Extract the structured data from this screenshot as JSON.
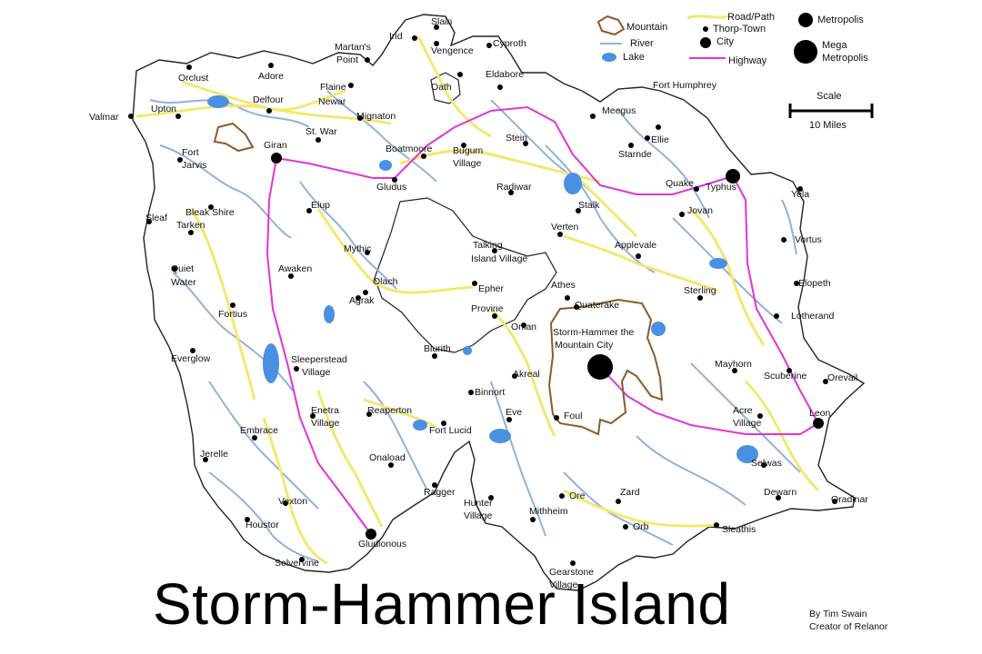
{
  "map": {
    "title": "Storm-Hammer Island",
    "credit_line1": "By Tim Swain",
    "credit_line2": "Creator of Relanor",
    "scale_label": "Scale",
    "scale_distance": "10 Miles",
    "legend": {
      "mountain": "Mountain",
      "river": "River",
      "lake": "Lake",
      "road": "Road/Path",
      "thorp": "Thorp-Town",
      "city": "City",
      "highway": "Highway",
      "metropolis": "Metropolis",
      "mega_metropolis_1": "Mega",
      "mega_metropolis_2": "Metropolis"
    },
    "colors": {
      "land_outline": "#222222",
      "river": "#8fb4d9",
      "road": "#f3e870",
      "highway": "#e233d8",
      "lake": "#4a90e2",
      "mountain": "#8b5a2b",
      "settlement": "#000000"
    },
    "places": [
      "Slain",
      "Irid",
      "Vengence",
      "Cyproth",
      "Martan's",
      "Point",
      "Oath",
      "Eldabore",
      "Orclust",
      "Adore",
      "Flaine",
      "Newar",
      "Valmar",
      "Upton",
      "Delfour",
      "Mignaton",
      "Fort Humphrey",
      "Meegus",
      "Ellie",
      "Starnde",
      "Giran",
      "St. War",
      "Fort",
      "Jarvis",
      "Boatmoore",
      "Bugum",
      "Village",
      "Stein",
      "Gludus",
      "Radiwar",
      "Quake",
      "Typhus",
      "Yela",
      "Sleaf",
      "Bleak Shire",
      "Tarken",
      "Elup",
      "Stalk",
      "Jovan",
      "Verten",
      "Talking",
      "Island Village",
      "Vortus",
      "Mythic",
      "Applevale",
      "Awaken",
      "Quiet",
      "Water",
      "Olach",
      "Epher",
      "Elopeth",
      "Agrak",
      "Athes",
      "Sterling",
      "Fortius",
      "Quaterake",
      "Provine",
      "Lotherand",
      "Onian",
      "Storm-Hammer the",
      "Mountain City",
      "Blurith",
      "Everglow",
      "Sleeperstead",
      "Village",
      "Mayhorn",
      "Scuberine",
      "Orevail",
      "Akreal",
      "Binnort",
      "Enetra",
      "Village",
      "Reaperton",
      "Eve",
      "Foul",
      "Acre",
      "Village",
      "Leon",
      "Fort Lucid",
      "Embrace",
      "Jerelle",
      "Onaload",
      "Selwas",
      "Ragger",
      "Dewarn",
      "Oradinar",
      "Vexton",
      "Hunter",
      "Village",
      "Ore",
      "Zard",
      "Houstor",
      "Mithheim",
      "Orb",
      "Sleathis",
      "Gludionous",
      "Selvervine",
      "Gearstone",
      "Village"
    ]
  }
}
